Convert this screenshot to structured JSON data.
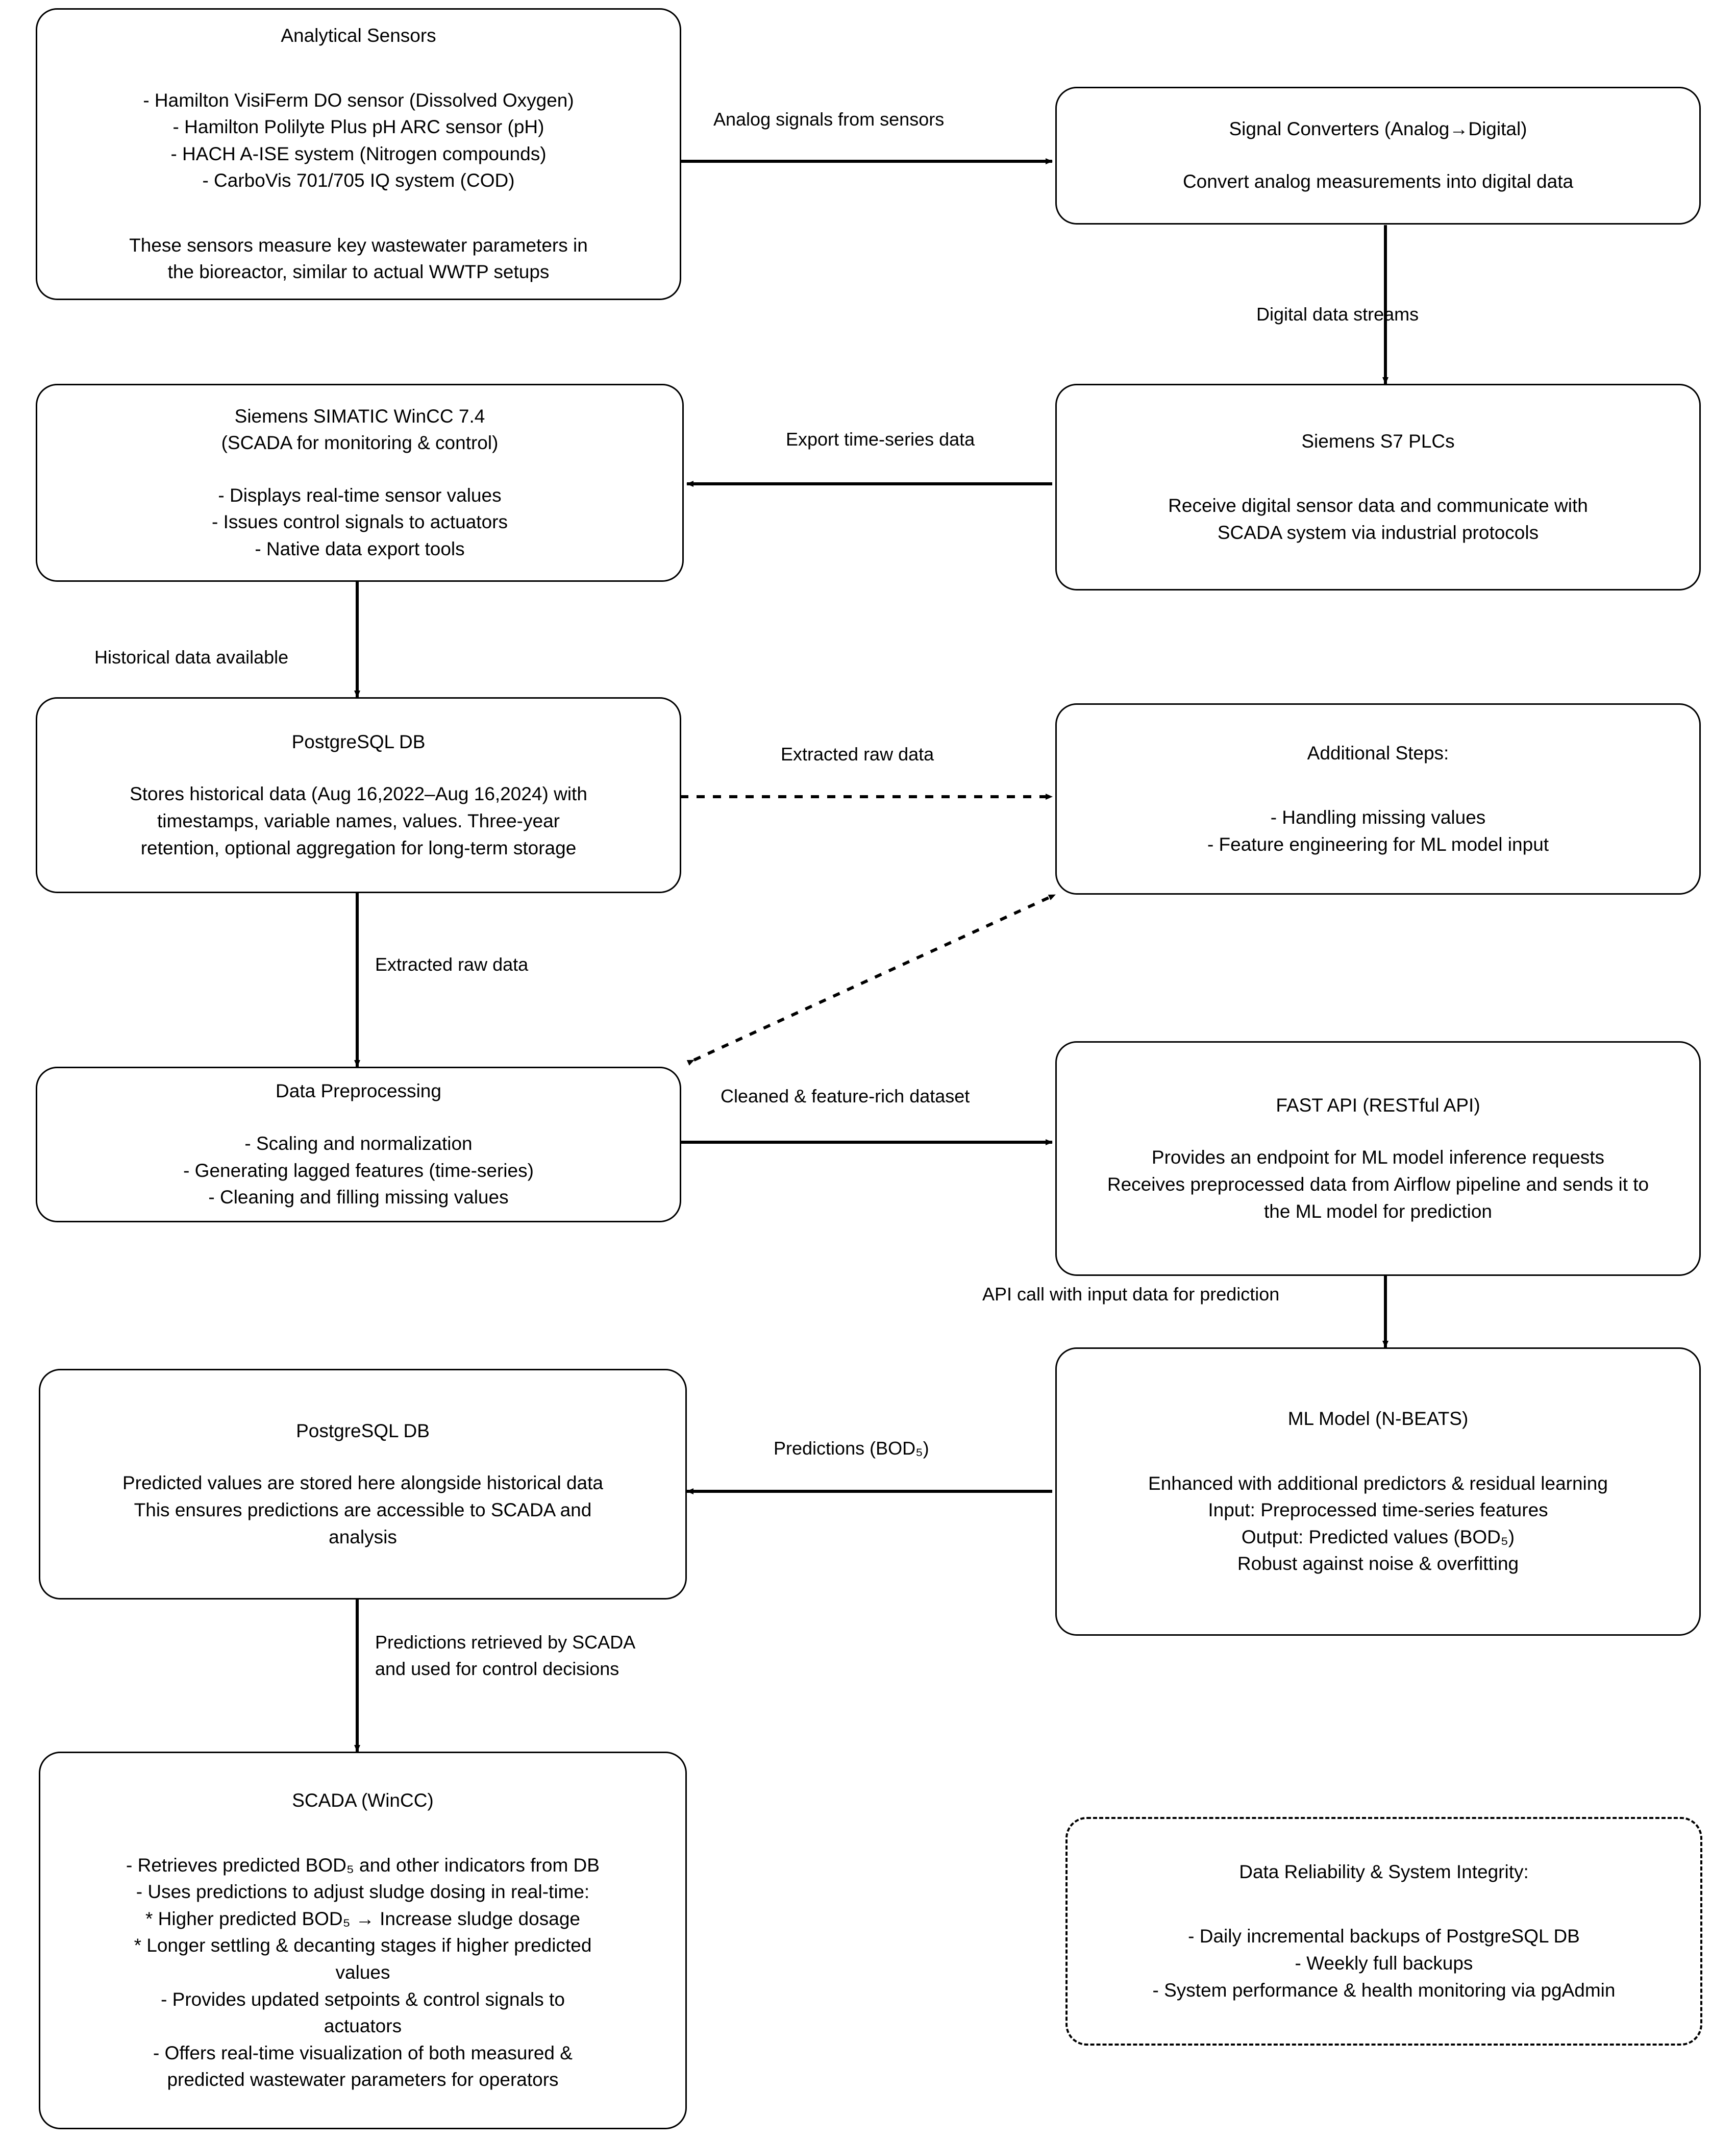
{
  "diagram": {
    "type": "flowchart",
    "orientation": "top-to-bottom, two columns",
    "background_color": "#ffffff",
    "line_color": "#000000"
  },
  "nodes": {
    "analytical_sensors": {
      "title": "Analytical Sensors",
      "body": "- Hamilton VisiFerm DO sensor (Dissolved Oxygen)\n- Hamilton Polilyte Plus pH ARC sensor (pH)\n- HACH A-ISE system (Nitrogen compounds)\n- CarboVis 701/705 IQ system (COD)",
      "footer": "These sensors measure key wastewater parameters in\nthe bioreactor, similar to actual WWTP setups"
    },
    "signal_converters": {
      "title": "Signal Converters (Analog→Digital)",
      "body": "Convert analog measurements into digital data"
    },
    "s7_plcs": {
      "title": "Siemens S7 PLCs",
      "body": "Receive digital sensor data and communicate with\nSCADA system via industrial protocols"
    },
    "wincc_scada": {
      "title": "Siemens SIMATIC WinCC 7.4\n(SCADA for monitoring & control)",
      "body": "- Displays real-time sensor values\n- Issues control signals to actuators\n- Native data export tools"
    },
    "postgres_historical": {
      "title": "PostgreSQL DB",
      "body": "Stores historical data (Aug 16,2022–Aug 16,2024) with\ntimestamps, variable names, values. Three-year\nretention, optional aggregation for long-term storage"
    },
    "additional_steps": {
      "title": "Additional Steps:",
      "body": "- Handling missing values\n- Feature engineering for ML model input"
    },
    "data_preprocessing": {
      "title": "Data Preprocessing",
      "body": "- Scaling and normalization\n- Generating lagged features (time-series)\n- Cleaning and filling missing values"
    },
    "fast_api": {
      "title": "FAST API (RESTful API)",
      "body": "Provides an endpoint for ML model inference requests\nReceives preprocessed data from Airflow pipeline and sends it to\nthe ML model for prediction"
    },
    "ml_model": {
      "title": "ML Model (N-BEATS)",
      "body_lines": [
        "Enhanced with additional predictors & residual learning",
        "Input: Preprocessed time-series features",
        "Output: Predicted values (BOD₅)",
        "Robust against noise & overfitting"
      ]
    },
    "postgres_predictions": {
      "title": "PostgreSQL DB",
      "body": "Predicted values are stored here alongside historical data\nThis ensures predictions are accessible to SCADA and\nanalysis"
    },
    "scada_wincc": {
      "title": "SCADA (WinCC)",
      "body_lines": [
        "- Retrieves predicted BOD₅ and other indicators from DB",
        "- Uses predictions to adjust sludge dosing in real-time:",
        "* Higher predicted BOD₅ → Increase sludge dosage",
        "* Longer settling & decanting stages if higher predicted",
        "values",
        "- Provides updated setpoints & control signals to",
        "actuators",
        "- Offers real-time visualization of both measured &",
        "predicted wastewater parameters for operators"
      ]
    },
    "data_reliability": {
      "title": "Data Reliability & System Integrity:",
      "body": "- Daily incremental backups of PostgreSQL DB\n- Weekly full backups\n- System performance & health monitoring via pgAdmin"
    }
  },
  "edges": [
    {
      "id": "e1",
      "from": "analytical_sensors",
      "to": "signal_converters",
      "label": "Analog signals from sensors",
      "style": "solid"
    },
    {
      "id": "e2",
      "from": "signal_converters",
      "to": "s7_plcs",
      "label": "Digital data streams",
      "style": "solid"
    },
    {
      "id": "e3",
      "from": "s7_plcs",
      "to": "wincc_scada",
      "label": "Export time-series data",
      "style": "solid"
    },
    {
      "id": "e4",
      "from": "wincc_scada",
      "to": "postgres_historical",
      "label": "Historical data available",
      "style": "solid"
    },
    {
      "id": "e5",
      "from": "postgres_historical",
      "to": "additional_steps",
      "label": "Extracted raw data",
      "style": "dotted"
    },
    {
      "id": "e6",
      "from": "postgres_historical",
      "to": "data_preprocessing",
      "label": "Extracted raw data",
      "style": "solid"
    },
    {
      "id": "e7",
      "from": "data_preprocessing",
      "to": "additional_steps",
      "label": "",
      "style": "dotted-bidirectional"
    },
    {
      "id": "e8",
      "from": "data_preprocessing",
      "to": "fast_api",
      "label": "Cleaned & feature-rich dataset",
      "style": "solid"
    },
    {
      "id": "e9",
      "from": "fast_api",
      "to": "ml_model",
      "label": "API call with input data for prediction",
      "style": "solid"
    },
    {
      "id": "e10",
      "from": "ml_model",
      "to": "postgres_predictions",
      "label": "Predictions (BOD₅)",
      "style": "solid"
    },
    {
      "id": "e11",
      "from": "postgres_predictions",
      "to": "scada_wincc",
      "label": "Predictions retrieved by SCADA\nand used for control decisions",
      "style": "solid"
    }
  ],
  "edge_labels": {
    "analog_signals": "Analog signals from sensors",
    "digital_streams": "Digital data streams",
    "export_timeseries": "Export time-series data",
    "historical_available": "Historical data available",
    "extracted_raw_top": "Extracted raw data",
    "extracted_raw_down": "Extracted raw data",
    "cleaned_dataset": "Cleaned & feature-rich dataset",
    "api_call": "API call with input data for prediction",
    "predictions_bod": "Predictions (BOD₅)",
    "predictions_retrieved": "Predictions retrieved by SCADA\nand used for control decisions"
  }
}
